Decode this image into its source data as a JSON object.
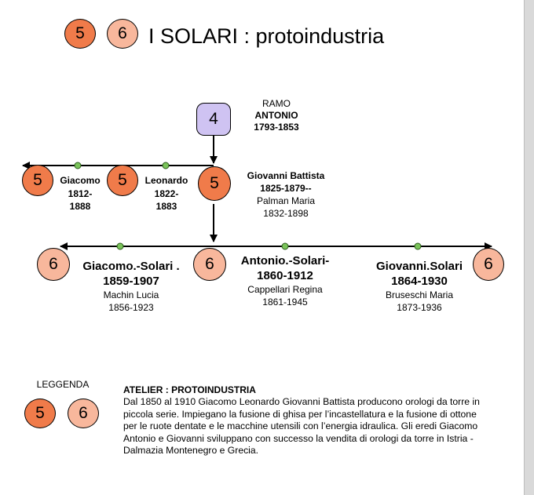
{
  "header": {
    "badge_1": "5",
    "badge_2": "6",
    "title": "I SOLARI : protoindustria"
  },
  "ramo": {
    "badge": "4",
    "label": "RAMO",
    "name": "ANTONIO",
    "years": "1793-1853"
  },
  "gen5": [
    {
      "badge": "5",
      "name": "Giacomo",
      "y1": "1812-",
      "y2": "1888"
    },
    {
      "badge": "5",
      "name": "Leonardo",
      "y1": "1822-",
      "y2": "1883"
    },
    {
      "badge": "5",
      "name": "Giovanni Battista",
      "y1": "1825-1879--",
      "spouse": "Palman Maria",
      "spouse_years": "1832-1898"
    }
  ],
  "gen6": [
    {
      "badge": "6",
      "name": "Giacomo.-Solari .",
      "years": "1859-1907",
      "spouse": "Machin Lucia",
      "spouse_years": "1856-1923"
    },
    {
      "badge": "6",
      "name": "Antonio.-Solari-",
      "years": "1860-1912",
      "spouse": "Cappellari Regina",
      "spouse_years": "1861-1945"
    },
    {
      "badge": "6",
      "name": "Giovanni.Solari",
      "years": "1864-1930",
      "spouse": "Bruseschi Maria",
      "spouse_years": "1873-1936"
    }
  ],
  "legend": {
    "label": "LEGGENDA",
    "badge_1": "5",
    "badge_2": "6"
  },
  "atelier": {
    "heading": "ATELIER  : PROTOINDUSTRIA",
    "text": "Dal 1850 al 1910 Giacomo Leonardo Giovanni Battista producono orologi da torre in piccola serie. Impiegano la fusione di ghisa per l’incastellatura e la fusione di ottone per le ruote dentate e le macchine utensili con l’energia idraulica. Gli eredi Giacomo Antonio e Giovanni sviluppano con successo la vendita di orologi da torre in Istria -Dalmazia Montenegro e Grecia."
  },
  "colors": {
    "gen5": "#f07b4a",
    "gen6": "#f8b79c",
    "ramo": "#cfc3f2",
    "dot": "#7ac35a"
  }
}
